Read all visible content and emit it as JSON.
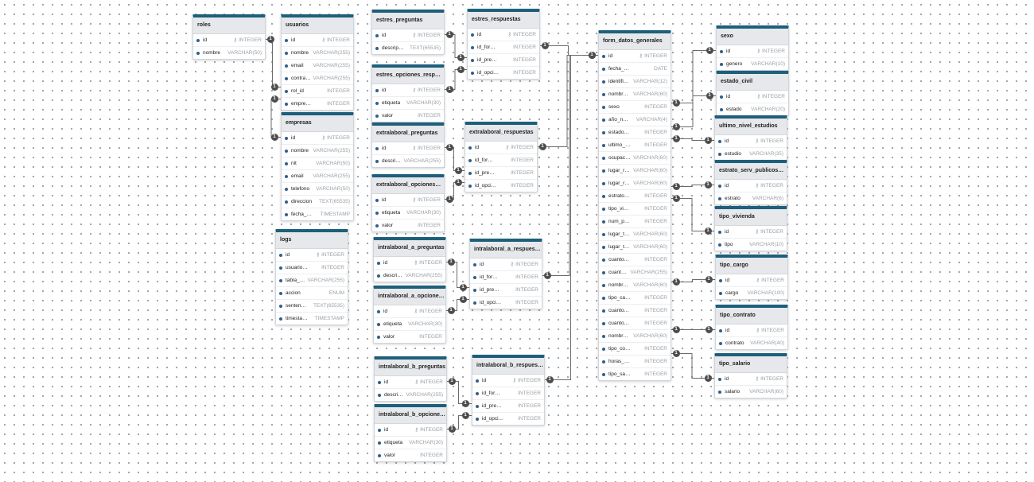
{
  "key_icon": "key-icon",
  "colors": {
    "header_accent": "#1e5f7c",
    "link_line": "#6b6b6b",
    "badge": "#4d4d4d",
    "field_dot": "#2f5f8a"
  },
  "tables": [
    {
      "name": "roles",
      "columns": [
        [
          "id",
          "INTEGER",
          true
        ],
        [
          "nombre",
          "VARCHAR(50)",
          false
        ]
      ]
    },
    {
      "name": "usuarios",
      "columns": [
        [
          "id",
          "INTEGER",
          true
        ],
        [
          "nombre",
          "VARCHAR(255)",
          false
        ],
        [
          "email",
          "VARCHAR(255)",
          false
        ],
        [
          "contra…",
          "VARCHAR(255)",
          false
        ],
        [
          "rol_id",
          "INTEGER",
          false
        ],
        [
          "empresa_id",
          "INTEGER",
          false
        ]
      ]
    },
    {
      "name": "empresas",
      "columns": [
        [
          "id",
          "INTEGER",
          true
        ],
        [
          "nombre",
          "VARCHAR(255)",
          false
        ],
        [
          "nit",
          "VARCHAR(50)",
          false
        ],
        [
          "email",
          "VARCHAR(255)",
          false
        ],
        [
          "telefono",
          "VARCHAR(50)",
          false
        ],
        [
          "direccion",
          "TEXT(65535)",
          false
        ],
        [
          "fecha_re…",
          "TIMESTAMP",
          false
        ]
      ]
    },
    {
      "name": "logs",
      "columns": [
        [
          "id",
          "INTEGER",
          true
        ],
        [
          "usuario_id",
          "INTEGER",
          false
        ],
        [
          "tabla_…",
          "VARCHAR(255)",
          false
        ],
        [
          "accion",
          "ENUM",
          false
        ],
        [
          "sentenci…",
          "TEXT(65535)",
          false
        ],
        [
          "timestamp",
          "TIMESTAMP",
          false
        ]
      ]
    },
    {
      "name": "estres_preguntas",
      "columns": [
        [
          "id",
          "INTEGER",
          true
        ],
        [
          "descripcion",
          "TEXT(65535)",
          false
        ]
      ]
    },
    {
      "name": "estres_opciones_resp…",
      "columns": [
        [
          "id",
          "INTEGER",
          true
        ],
        [
          "etiqueta",
          "VARCHAR(30)",
          false
        ],
        [
          "valor",
          "INTEGER",
          false
        ]
      ]
    },
    {
      "name": "extralaboral_preguntas",
      "columns": [
        [
          "id",
          "INTEGER",
          true
        ],
        [
          "descri…",
          "VARCHAR(255)",
          false
        ]
      ]
    },
    {
      "name": "extralaboral_opciones…",
      "columns": [
        [
          "id",
          "INTEGER",
          true
        ],
        [
          "etiqueta",
          "VARCHAR(30)",
          false
        ],
        [
          "valor",
          "INTEGER",
          false
        ]
      ]
    },
    {
      "name": "intralaboral_a_preguntas",
      "columns": [
        [
          "id",
          "INTEGER",
          true
        ],
        [
          "descri…",
          "VARCHAR(255)",
          false
        ]
      ]
    },
    {
      "name": "intralaboral_a_opcione…",
      "columns": [
        [
          "id",
          "INTEGER",
          true
        ],
        [
          "etiqueta",
          "VARCHAR(30)",
          false
        ],
        [
          "valor",
          "INTEGER",
          false
        ]
      ]
    },
    {
      "name": "intralaboral_b_preguntas",
      "columns": [
        [
          "id",
          "INTEGER",
          true
        ],
        [
          "descri…",
          "VARCHAR(255)",
          false
        ]
      ]
    },
    {
      "name": "intralaboral_b_opcione…",
      "columns": [
        [
          "id",
          "INTEGER",
          true
        ],
        [
          "etiqueta",
          "VARCHAR(30)",
          false
        ],
        [
          "valor",
          "INTEGER",
          false
        ]
      ]
    },
    {
      "name": "estres_respuestas",
      "columns": [
        [
          "id",
          "INTEGER",
          true
        ],
        [
          "id_formulario",
          "INTEGER",
          false
        ],
        [
          "id_pregunta",
          "INTEGER",
          false
        ],
        [
          "id_opcion_r…",
          "INTEGER",
          false
        ]
      ]
    },
    {
      "name": "extralaboral_respuestas",
      "columns": [
        [
          "id",
          "INTEGER",
          true
        ],
        [
          "id_formulario",
          "INTEGER",
          false
        ],
        [
          "id_pregunta",
          "INTEGER",
          false
        ],
        [
          "id_opcion_r…",
          "INTEGER",
          false
        ]
      ]
    },
    {
      "name": "intralaboral_a_respues…",
      "columns": [
        [
          "id",
          "INTEGER",
          true
        ],
        [
          "id_formulario",
          "INTEGER",
          false
        ],
        [
          "id_pregunta",
          "INTEGER",
          false
        ],
        [
          "id_opcion_r…",
          "INTEGER",
          false
        ]
      ]
    },
    {
      "name": "intralaboral_b_respues…",
      "columns": [
        [
          "id",
          "INTEGER",
          true
        ],
        [
          "id_formulario",
          "INTEGER",
          false
        ],
        [
          "id_pregunta",
          "INTEGER",
          false
        ],
        [
          "id_opcion_r…",
          "INTEGER",
          false
        ]
      ]
    },
    {
      "name": "form_datos_generales",
      "columns": [
        [
          "id",
          "INTEGER",
          true
        ],
        [
          "fecha_aplicacion",
          "DATE",
          false
        ],
        [
          "identific…",
          "VARCHAR(12)",
          false
        ],
        [
          "nombre…",
          "VARCHAR(60)",
          false
        ],
        [
          "sexo",
          "INTEGER",
          false
        ],
        [
          "año_naci…",
          "VARCHAR(4)",
          false
        ],
        [
          "estado_civil",
          "INTEGER",
          false
        ],
        [
          "ultimo_nivel…",
          "INTEGER",
          false
        ],
        [
          "ocupaci…",
          "VARCHAR(60)",
          false
        ],
        [
          "lugar_r…",
          "VARCHAR(60)",
          false
        ],
        [
          "lugar_r…",
          "VARCHAR(60)",
          false
        ],
        [
          "estrato_serv…",
          "INTEGER",
          false
        ],
        [
          "tipo_vivienda",
          "INTEGER",
          false
        ],
        [
          "num_person…",
          "INTEGER",
          false
        ],
        [
          "lugar_tr…",
          "VARCHAR(60)",
          false
        ],
        [
          "lugar_tr…",
          "VARCHAR(60)",
          false
        ],
        [
          "cuantos_ani…",
          "INTEGER",
          false
        ],
        [
          "cuant…",
          "VARCHAR(255)",
          false
        ],
        [
          "nombre…",
          "VARCHAR(60)",
          false
        ],
        [
          "tipo_cargo",
          "INTEGER",
          false
        ],
        [
          "cuantos_ani…",
          "INTEGER",
          false
        ],
        [
          "cuantos_ani…",
          "INTEGER",
          false
        ],
        [
          "nombre…",
          "VARCHAR(60)",
          false
        ],
        [
          "tipo_contrato",
          "INTEGER",
          false
        ],
        [
          "horas_diaria…",
          "INTEGER",
          false
        ],
        [
          "tipo_salario",
          "INTEGER",
          false
        ]
      ]
    },
    {
      "name": "sexo",
      "columns": [
        [
          "id",
          "INTEGER",
          true
        ],
        [
          "genero",
          "VARCHAR(10)",
          false
        ]
      ]
    },
    {
      "name": "estado_civil",
      "columns": [
        [
          "id",
          "INTEGER",
          true
        ],
        [
          "estado",
          "VARCHAR(20)",
          false
        ]
      ]
    },
    {
      "name": "ultimo_nivel_estudios",
      "columns": [
        [
          "id",
          "INTEGER",
          true
        ],
        [
          "estudio",
          "VARCHAR(35)",
          false
        ]
      ]
    },
    {
      "name": "estrato_serv_publicos…",
      "columns": [
        [
          "id",
          "INTEGER",
          true
        ],
        [
          "estrato",
          "VARCHAR(6)",
          false
        ]
      ]
    },
    {
      "name": "tipo_vivienda",
      "columns": [
        [
          "id",
          "INTEGER",
          true
        ],
        [
          "tipo",
          "VARCHAR(10)",
          false
        ]
      ]
    },
    {
      "name": "tipo_cargo",
      "columns": [
        [
          "id",
          "INTEGER",
          true
        ],
        [
          "cargo",
          "VARCHAR(100)",
          false
        ]
      ]
    },
    {
      "name": "tipo_contrato",
      "columns": [
        [
          "id",
          "INTEGER",
          true
        ],
        [
          "contrato",
          "VARCHAR(40)",
          false
        ]
      ]
    },
    {
      "name": "tipo_salario",
      "columns": [
        [
          "id",
          "INTEGER",
          true
        ],
        [
          "salario",
          "VARCHAR(60)",
          false
        ]
      ]
    }
  ],
  "relationships": [
    {
      "from": [
        "usuarios",
        "rol_id"
      ],
      "to": [
        "roles",
        "id"
      ],
      "from_card": "1",
      "to_card": "1"
    },
    {
      "from": [
        "usuarios",
        "empresa_id"
      ],
      "to": [
        "empresas",
        "id"
      ],
      "from_card": "1",
      "to_card": "1"
    },
    {
      "from": [
        "estres_respuestas",
        "id_pregunta"
      ],
      "to": [
        "estres_preguntas",
        "id"
      ],
      "from_card": "1",
      "to_card": "1"
    },
    {
      "from": [
        "estres_respuestas",
        "id_opcion_r…"
      ],
      "to": [
        "estres_opciones_resp…",
        "id"
      ],
      "from_card": "1",
      "to_card": "1"
    },
    {
      "from": [
        "extralaboral_respuestas",
        "id_pregunta"
      ],
      "to": [
        "extralaboral_preguntas",
        "id"
      ],
      "from_card": "1",
      "to_card": "1"
    },
    {
      "from": [
        "extralaboral_respuestas",
        "id_opcion_r…"
      ],
      "to": [
        "extralaboral_opciones…",
        "id"
      ],
      "from_card": "1",
      "to_card": "1"
    },
    {
      "from": [
        "intralaboral_a_respues…",
        "id_pregunta"
      ],
      "to": [
        "intralaboral_a_preguntas",
        "id"
      ],
      "from_card": "1",
      "to_card": "1"
    },
    {
      "from": [
        "intralaboral_a_respues…",
        "id_opcion_r…"
      ],
      "to": [
        "intralaboral_a_opcione…",
        "id"
      ],
      "from_card": "1",
      "to_card": "1"
    },
    {
      "from": [
        "intralaboral_b_respues…",
        "id_pregunta"
      ],
      "to": [
        "intralaboral_b_preguntas",
        "id"
      ],
      "from_card": "1",
      "to_card": "1"
    },
    {
      "from": [
        "intralaboral_b_respues…",
        "id_opcion_r…"
      ],
      "to": [
        "intralaboral_b_opcione…",
        "id"
      ],
      "from_card": "1",
      "to_card": "1"
    },
    {
      "from": [
        "estres_respuestas",
        "id_formulario"
      ],
      "to": [
        "form_datos_generales",
        "id"
      ],
      "from_card": "1",
      "to_card": "1"
    },
    {
      "from": [
        "extralaboral_respuestas",
        "id"
      ],
      "to": [
        "form_datos_generales",
        "id"
      ],
      "from_card": "1",
      "to_card": "1"
    },
    {
      "from": [
        "intralaboral_a_respues…",
        "id_formulario"
      ],
      "to": [
        "form_datos_generales",
        "id"
      ],
      "from_card": "1",
      "to_card": "1"
    },
    {
      "from": [
        "intralaboral_b_respues…",
        "id"
      ],
      "to": [
        "form_datos_generales",
        "id"
      ],
      "from_card": "1",
      "to_card": "1"
    },
    {
      "from": [
        "form_datos_generales",
        "sexo"
      ],
      "to": [
        "sexo",
        "id"
      ],
      "from_card": "1",
      "to_card": "1"
    },
    {
      "from": [
        "form_datos_generales",
        "estado_civil"
      ],
      "to": [
        "estado_civil",
        "id"
      ],
      "from_card": "1",
      "to_card": "1"
    },
    {
      "from": [
        "form_datos_generales",
        "ultimo_nivel…"
      ],
      "to": [
        "ultimo_nivel_estudios",
        "id"
      ],
      "from_card": "1",
      "to_card": "1"
    },
    {
      "from": [
        "form_datos_generales",
        "estrato_serv…"
      ],
      "to": [
        "estrato_serv_publicos…",
        "id"
      ],
      "from_card": "1",
      "to_card": "1"
    },
    {
      "from": [
        "form_datos_generales",
        "tipo_vivienda"
      ],
      "to": [
        "tipo_vivienda",
        "id"
      ],
      "from_card": "1",
      "to_card": "1"
    },
    {
      "from": [
        "form_datos_generales",
        "tipo_cargo"
      ],
      "to": [
        "tipo_cargo",
        "id"
      ],
      "from_card": "1",
      "to_card": "1"
    },
    {
      "from": [
        "form_datos_generales",
        "tipo_contrato"
      ],
      "to": [
        "tipo_contrato",
        "id"
      ],
      "from_card": "1",
      "to_card": "1"
    },
    {
      "from": [
        "form_datos_generales",
        "tipo_salario"
      ],
      "to": [
        "tipo_salario",
        "id"
      ],
      "from_card": "1",
      "to_card": "1"
    }
  ]
}
